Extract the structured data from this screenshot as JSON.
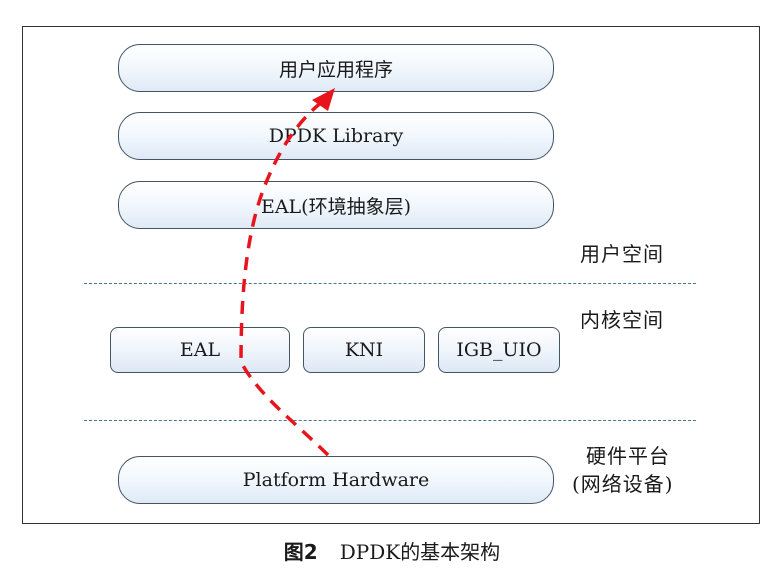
{
  "diagram": {
    "layers": {
      "user_app": "用户应用程序",
      "dpdk_library": "DPDK Library",
      "eal_user": "EAL(环境抽象层)",
      "kernel_modules": [
        "EAL",
        "KNI",
        "IGB_UIO"
      ],
      "platform_hardware": "Platform Hardware"
    },
    "side_labels": {
      "user_space": "用户空间",
      "kernel_space": "内核空间",
      "hardware_line1": "硬件平台",
      "hardware_line2": "(网络设备)"
    },
    "arrow_color": "#e8141c",
    "box_border_color": "#445566",
    "divider_color": "#4d7390"
  },
  "caption": {
    "number": "图2",
    "title": "DPDK的基本架构"
  }
}
